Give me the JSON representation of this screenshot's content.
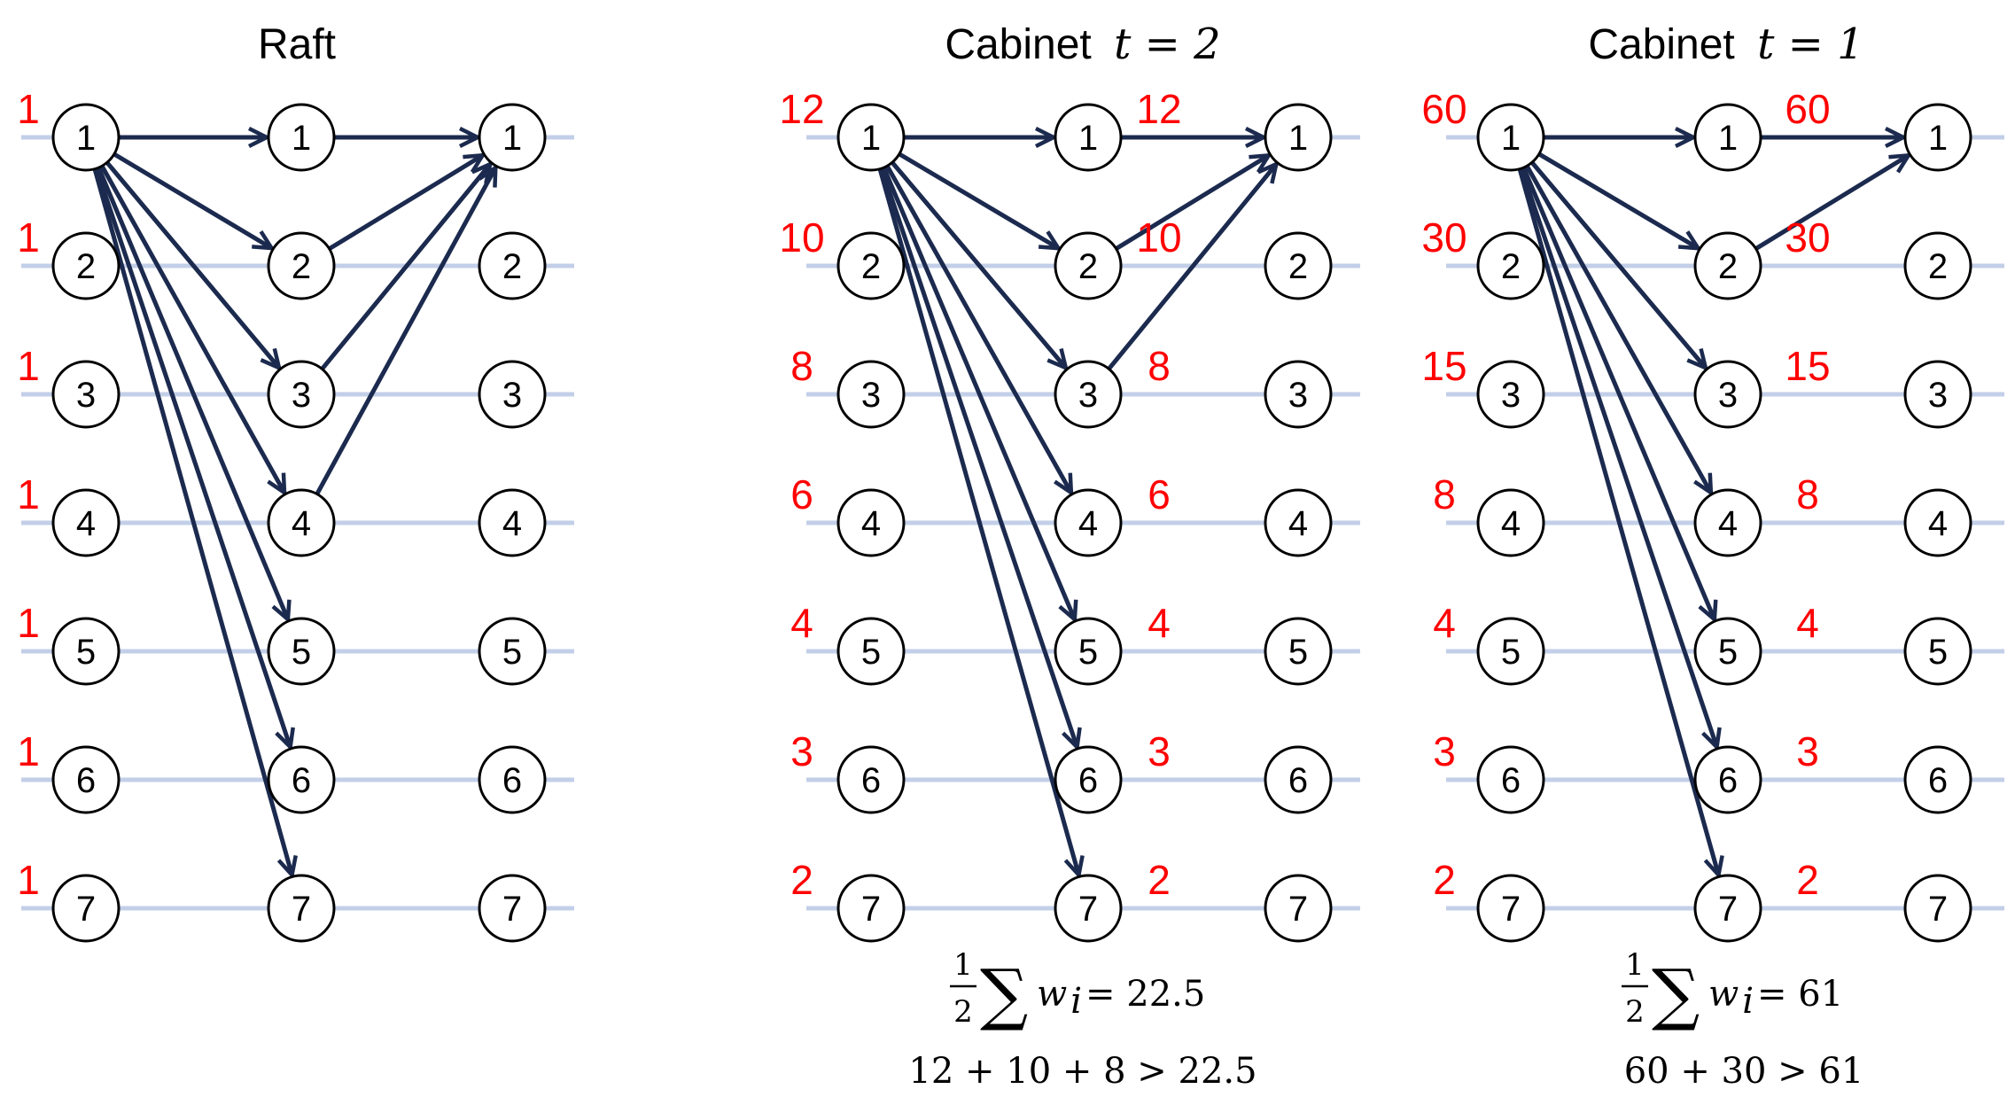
{
  "panels": [
    {
      "id": "raft",
      "title": "Raft",
      "title_math": "",
      "nodes": [
        "1",
        "2",
        "3",
        "4",
        "5",
        "6",
        "7"
      ],
      "initial_weights": [
        "1",
        "1",
        "1",
        "1",
        "1",
        "1",
        "1"
      ],
      "middle_weights": [],
      "leader_broadcast_to": [
        "1",
        "2",
        "3",
        "4",
        "5",
        "6",
        "7"
      ],
      "acks_to_leader_from": [
        "1",
        "2",
        "3",
        "4"
      ],
      "formula": null
    },
    {
      "id": "cabinet-t2",
      "title": "Cabinet",
      "title_math": "t = 2",
      "nodes": [
        "1",
        "2",
        "3",
        "4",
        "5",
        "6",
        "7"
      ],
      "initial_weights": [
        "12",
        "10",
        "8",
        "6",
        "4",
        "3",
        "2"
      ],
      "middle_weights": [
        "12",
        "10",
        "8",
        "6",
        "4",
        "3",
        "2"
      ],
      "leader_broadcast_to": [
        "1",
        "2",
        "3",
        "4",
        "5",
        "6",
        "7"
      ],
      "acks_to_leader_from": [
        "1",
        "2",
        "3"
      ],
      "formula": {
        "frac_num": "1",
        "frac_den": "2",
        "sigma": "∑",
        "var": "w",
        "sub": "i",
        "rhs": " = 22.5",
        "line2": "12 + 10 + 8 > 22.5"
      }
    },
    {
      "id": "cabinet-t1",
      "title": "Cabinet",
      "title_math": "t = 1",
      "nodes": [
        "1",
        "2",
        "3",
        "4",
        "5",
        "6",
        "7"
      ],
      "initial_weights": [
        "60",
        "30",
        "15",
        "8",
        "4",
        "3",
        "2"
      ],
      "middle_weights": [
        "60",
        "30",
        "15",
        "8",
        "4",
        "3",
        "2"
      ],
      "leader_broadcast_to": [
        "1",
        "2",
        "3",
        "4",
        "5",
        "6",
        "7"
      ],
      "acks_to_leader_from": [
        "1",
        "2"
      ],
      "formula": {
        "frac_num": "1",
        "frac_den": "2",
        "sigma": "∑",
        "var": "w",
        "sub": "i",
        "rhs": " = 61",
        "line2": "60 + 30 > 61"
      }
    }
  ],
  "colors": {
    "weight": "#ff0000",
    "arrow": "#1b2a4e",
    "lane": "#c3cfe8",
    "node_stroke": "#000000"
  }
}
